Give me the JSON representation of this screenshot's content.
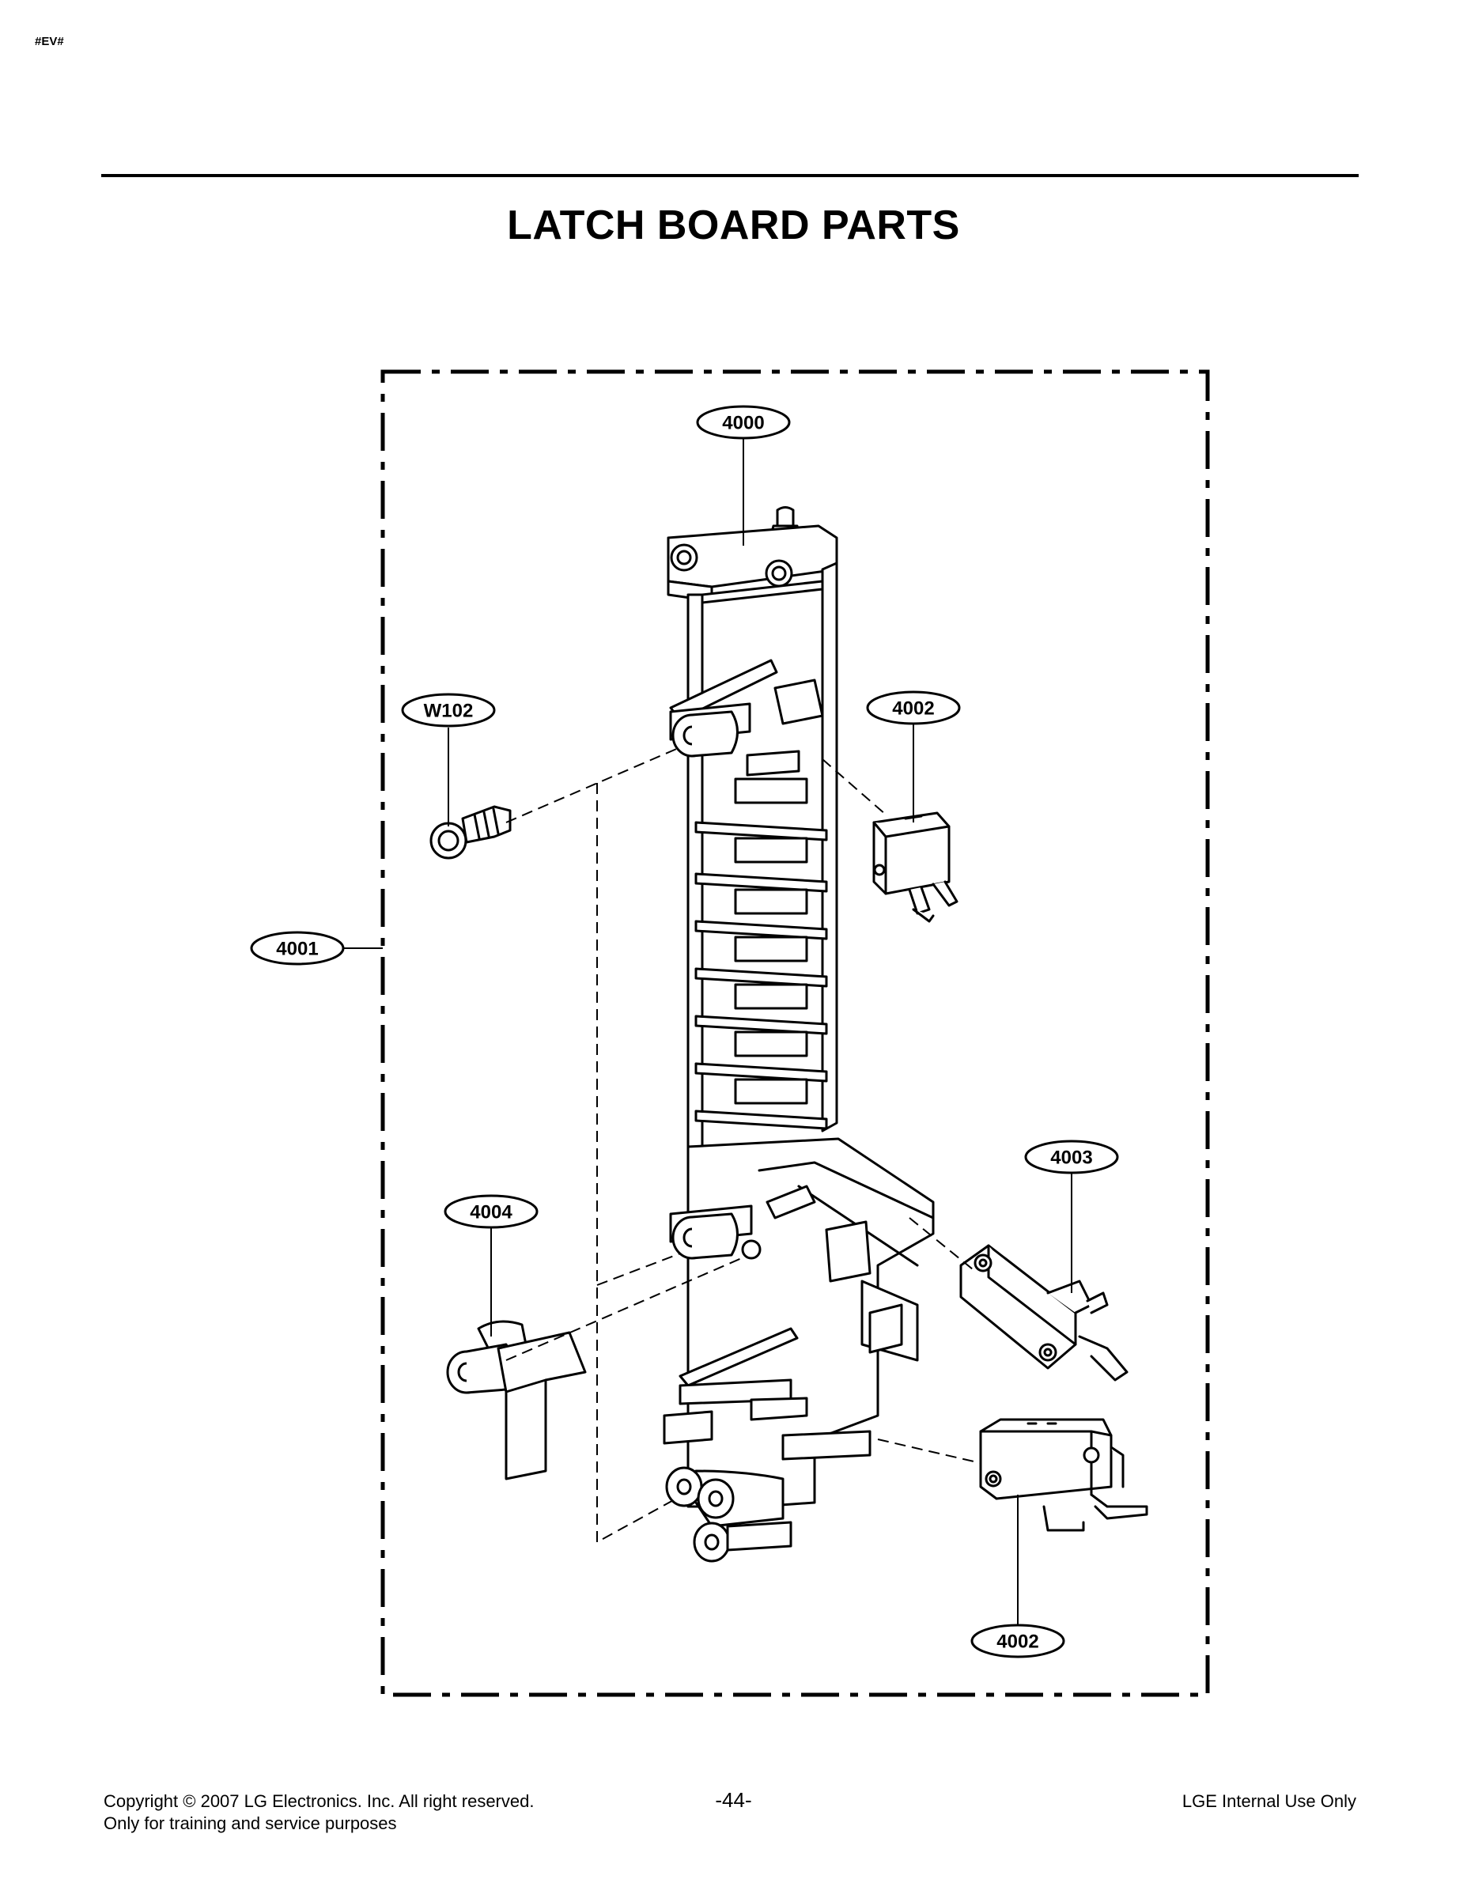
{
  "header": {
    "doc_id": "#EV#",
    "title": "LATCH BOARD PARTS"
  },
  "callouts": [
    {
      "id": "c-4000",
      "label": "4000"
    },
    {
      "id": "c-w102",
      "label": "W102"
    },
    {
      "id": "c-4002a",
      "label": "4002"
    },
    {
      "id": "c-4001",
      "label": "4001"
    },
    {
      "id": "c-4003",
      "label": "4003"
    },
    {
      "id": "c-4004",
      "label": "4004"
    },
    {
      "id": "c-4002b",
      "label": "4002"
    }
  ],
  "footer": {
    "copyright_line1": "Copyright © 2007 LG Electronics. Inc. All right reserved.",
    "copyright_line2": "Only for training and service purposes",
    "page_number": "-44-",
    "internal_note": "LGE Internal Use Only"
  }
}
